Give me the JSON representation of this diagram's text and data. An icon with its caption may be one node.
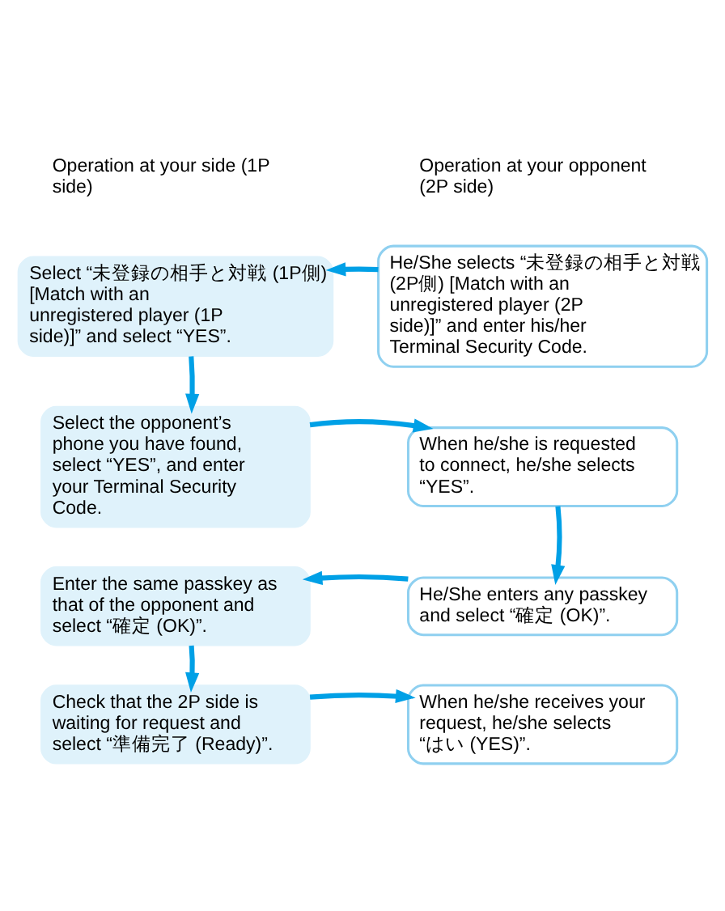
{
  "diagram": {
    "nodes": [
      {
        "text": [
          "Select “未登録の相手と対戦 (1P側) [Match with an unregistered player (1P side)]” and select “YES”."
        ]
      },
      {
        "text": [
          "He/She selects “未登録の相手と対戦 (2P側) [Match with an unregistered player (2P side)]” and enter his/her Terminal Security Code."
        ]
      },
      {
        "text": [
          "Select the opponent’s phone you have found, select “YES”, and enter your Terminal Security Code."
        ]
      },
      {
        "text": [
          "When he/she is requested to connect, he/she selects “YES”."
        ]
      },
      {
        "text": [
          "Enter the same passkey as that of the opponent and select “確定 (OK)”."
        ]
      },
      {
        "text": [
          "He/She enters any passkey and select “確定 (OK)”."
        ]
      },
      {
        "text": [
          "Check that the 2P side is waiting for request and select “準備完了 (Ready)”."
        ]
      },
      {
        "text": [
          "When he/she receives your request, he/she selects “はい (YES)”."
        ]
      }
    ],
    "edges": [
      {
        "from": 1,
        "to": 0,
        "arrow": "to"
      },
      {
        "from": 0,
        "to": 2,
        "arrow": "to"
      },
      {
        "from": 2,
        "to": 3,
        "arrow": "to"
      },
      {
        "from": 3,
        "to": 5,
        "arrow": "to"
      },
      {
        "from": 5,
        "to": 4,
        "arrow": "to"
      },
      {
        "from": 4,
        "to": 6,
        "arrow": "to"
      },
      {
        "from": 6,
        "to": 7,
        "arrow": "to"
      }
    ],
    "labels": [
      "Operation at your side (1P side)",
      "Operation at your opponent (2P side)"
    ]
  }
}
